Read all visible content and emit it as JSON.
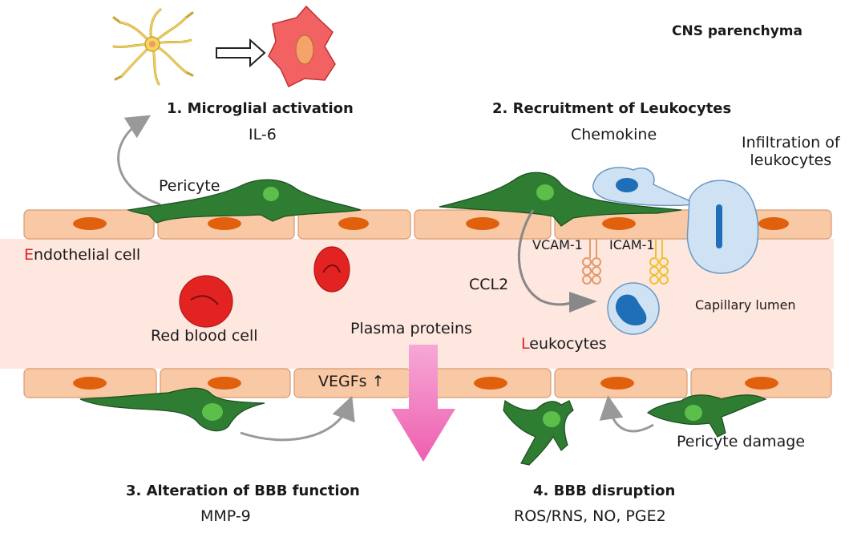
{
  "labels": {
    "region": "CNS parenchyma",
    "step1_title": "1. Microglial activation",
    "step1_sub": "IL-6",
    "step2_title": "2. Recruitment of Leukocytes",
    "chemokine": "Chemokine",
    "infiltration": "Infiltration of\nleukocytes",
    "pericyte": "Pericyte",
    "endothelial_first": "E",
    "endothelial_rest": "ndothelial cell",
    "vcam": "VCAM-1",
    "icam": "ICAM-1",
    "ccl2": "CCL2",
    "capillary_lumen": "Capillary lumen",
    "red_blood_cell": "Red blood cell",
    "plasma_proteins": "Plasma proteins",
    "leukocytes_first": "L",
    "leukocytes_rest": "eukocytes",
    "vegfs": "VEGFs ↑",
    "pericyte_damage": "Pericyte damage",
    "step3_title": "3. Alteration of BBB function",
    "step3_sub": "MMP-9",
    "step4_title": "4. BBB disruption",
    "step4_sub": "ROS/RNS, NO, PGE2"
  },
  "colors": {
    "endothelium": "#f8c9a4",
    "nucleus": "#e0600e",
    "lumen": "#fde8e0",
    "pericyte": "#2e7d32",
    "leukocyte": "#cfe2f3",
    "rbc": "#e32222",
    "plasma_arrow": "#f07cc0",
    "ramified_microglia": "#f5d55a",
    "activated_microglia": "#f26262"
  }
}
